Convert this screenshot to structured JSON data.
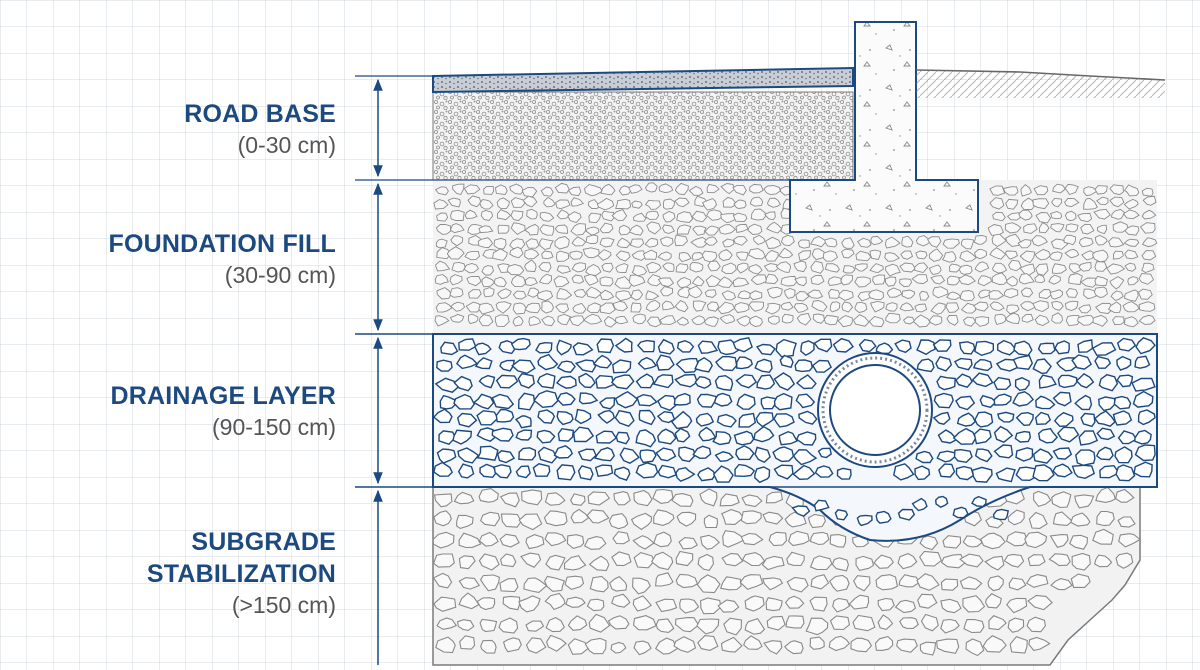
{
  "layers": [
    {
      "name": "ROAD BASE",
      "range": "(0-30 cm)"
    },
    {
      "name": "FOUNDATION FILL",
      "range": "(30-90 cm)"
    },
    {
      "name": "DRAINAGE LAYER",
      "range": "(90-150 cm)"
    },
    {
      "name": "SUBGRADE\nSTABILIZATION",
      "name_line1": "SUBGRADE",
      "name_line2": "STABILIZATION",
      "range": "(>150 cm)"
    }
  ],
  "colors": {
    "accent_blue": "#1c4a80",
    "label_gray": "#555555",
    "grid": "#d3d8de",
    "aggregate_gray": "#8a8a8a"
  }
}
